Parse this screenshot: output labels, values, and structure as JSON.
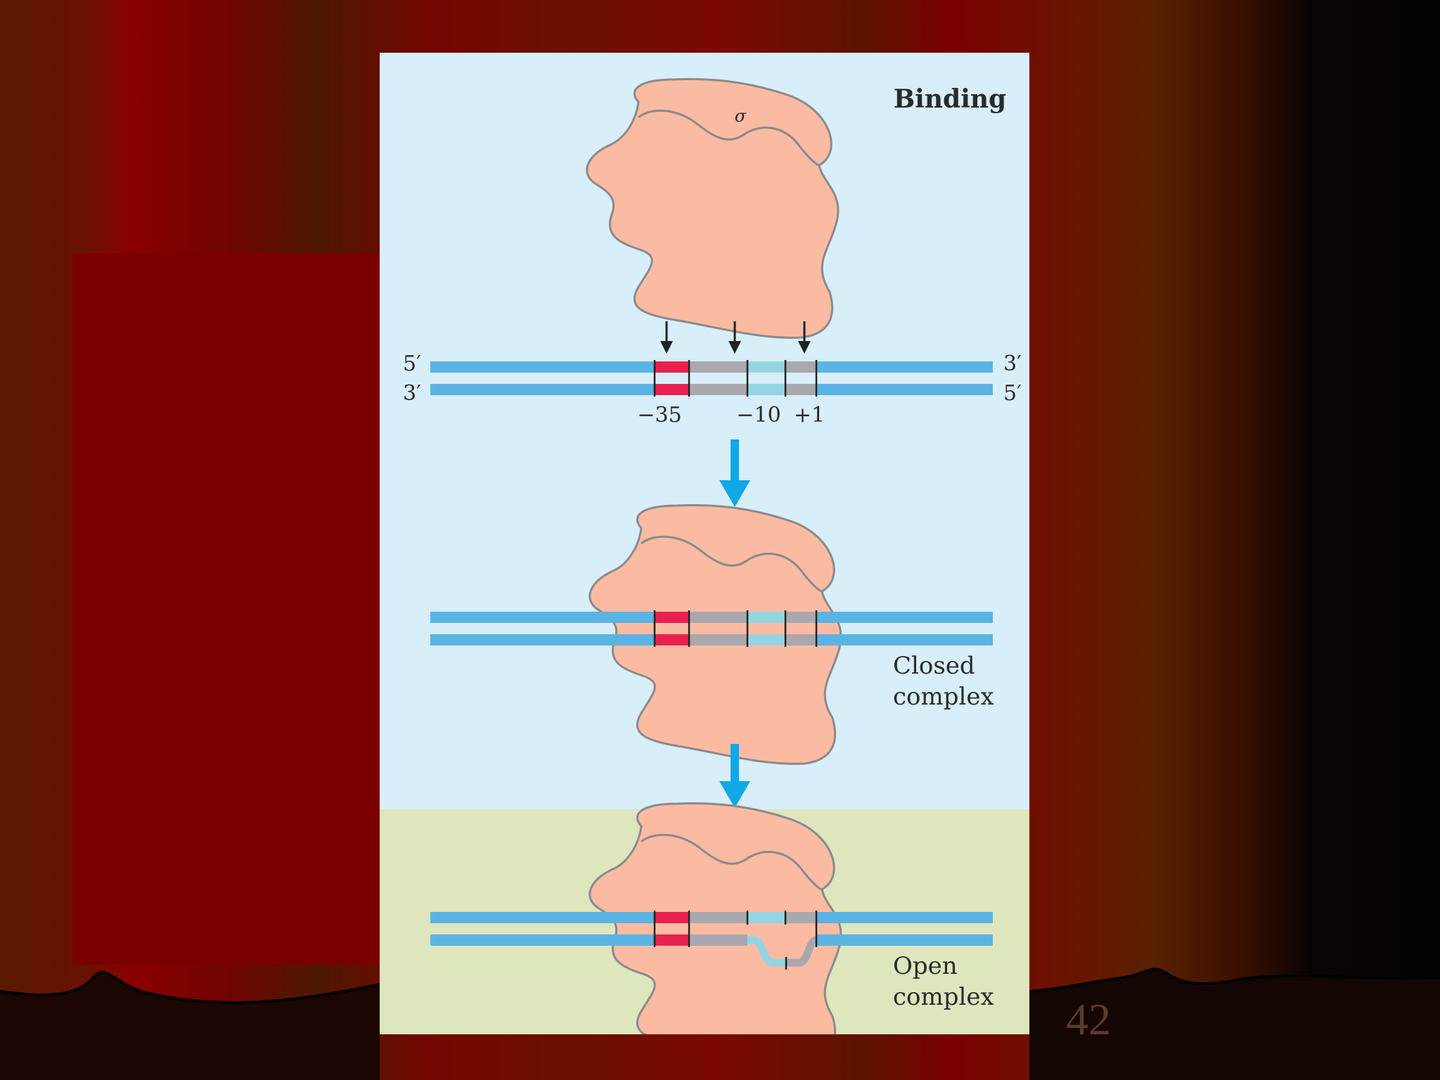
{
  "slide": {
    "number": "42"
  },
  "figure": {
    "title": "Binding",
    "sigma_label": "σ",
    "strand_labels": {
      "top_left": "5′",
      "bottom_left": "3′",
      "top_right": "3′",
      "bottom_right": "5′"
    },
    "positions": {
      "minus35": "−35",
      "minus10": "−10",
      "plus1": "+1"
    },
    "stages": [
      {
        "label_line1": "Closed",
        "label_line2": "complex"
      },
      {
        "label_line1": "Open",
        "label_line2": "complex"
      }
    ]
  },
  "colors": {
    "panel_top": "#d8eef9",
    "panel_bottom": "#dde6bd",
    "polymerase": "#fbbba3",
    "dna": "#5ab4e3",
    "region_minus35": "#e8214f",
    "region_spacer": "#a8a8ae",
    "region_minus10": "#96d4e2",
    "arrow": "#10a8e6",
    "curtain_red": "#7a0000"
  }
}
